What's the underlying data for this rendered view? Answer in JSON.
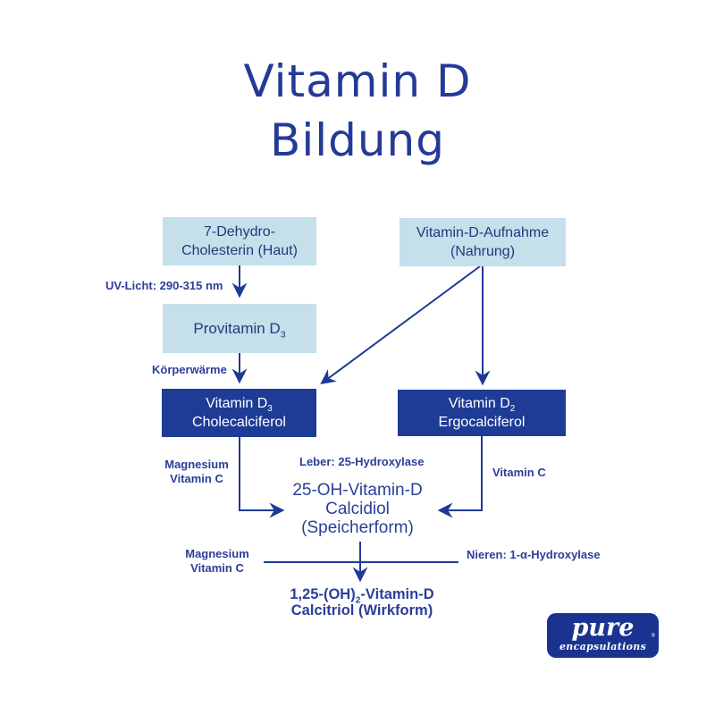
{
  "title": {
    "line1": "Vitamin D",
    "line2": "Bildung"
  },
  "boxes": {
    "dehydro": {
      "line1": "7-Dehydro-",
      "line2": "Cholesterin (Haut)"
    },
    "aufnahme": {
      "line1": "Vitamin-D-Aufnahme",
      "line2": "(Nahrung)"
    },
    "provitamin": {
      "main": "Provitamin D",
      "sub": "3"
    },
    "d3": {
      "main": "Vitamin D",
      "sub": "3",
      "line2": "Cholecalciferol"
    },
    "d2": {
      "main": "Vitamin D",
      "sub": "2",
      "line2": "Ergocalciferol"
    }
  },
  "labels": {
    "uv": "UV-Licht: 290-315 nm",
    "koerperwaerme": "Körperwärme",
    "magnesium_left_1": "Magnesium",
    "magnesium_left_2": "Vitamin C",
    "leber": "Leber: 25-Hydroxylase",
    "vitamin_c_right": "Vitamin C",
    "magnesium_bottom_1": "Magnesium",
    "magnesium_bottom_2": "Vitamin C",
    "nieren": "Nieren: 1-α-Hydroxylase"
  },
  "nodes": {
    "calcidiol": {
      "line1": "25-OH-Vitamin-D",
      "line2": "Calcidiol",
      "line3": "(Speicherform)"
    },
    "calcitriol": {
      "pre": "1,25-(OH)",
      "sub": "2",
      "post": "-Vitamin-D",
      "line2": "Calcitriol (Wirkform)"
    }
  },
  "logo": {
    "name": "pure",
    "subtext": "encapsulations",
    "reg": "®"
  },
  "colors": {
    "background": "#ffffff",
    "light_box": "#c5dfeb",
    "dark_box": "#1e3c96",
    "text_blue": "#2b3e99",
    "title_blue": "#243a96",
    "arrow_blue": "#1e3a96",
    "logo_blue": "#1b3390"
  }
}
